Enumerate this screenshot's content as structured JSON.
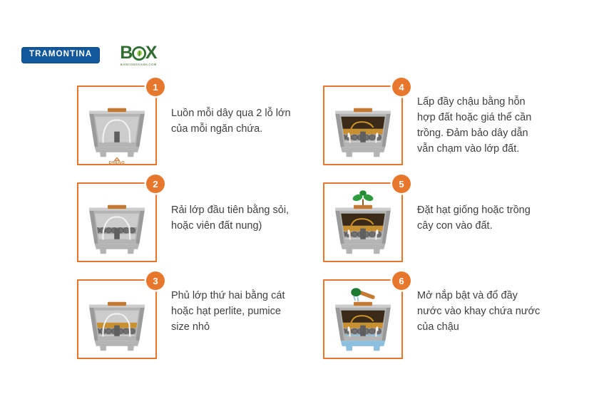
{
  "brand": {
    "tramontina_label": "TRAMONTINA",
    "bgx_b": "B",
    "bgx_g": "G",
    "bgx_x": "X",
    "bgx_tagline": "BANCONGXANH.COM",
    "tramontina_color": "#14589c",
    "bgx_color": "#2f6d30",
    "accent_color": "#e8772e"
  },
  "illustration": {
    "drain_label": "DRENO"
  },
  "steps": [
    {
      "number": "1",
      "text": "Luồn mỗi dây qua 2 lỗ lớn\ncủa mỗi ngăn chứa.",
      "layers": {
        "gravel": false,
        "sand": false,
        "soil": false,
        "water": false,
        "plant": "none"
      }
    },
    {
      "number": "2",
      "text": "Rải lớp đầu tiên bằng sỏi,\nhoặc viên đất nung)",
      "layers": {
        "gravel": true,
        "sand": false,
        "soil": false,
        "water": false,
        "plant": "none"
      }
    },
    {
      "number": "3",
      "text": "Phủ lớp thứ hai bằng cát\nhoặc hạt perlite, pumice\nsize nhỏ",
      "layers": {
        "gravel": true,
        "sand": true,
        "soil": false,
        "water": false,
        "plant": "none"
      }
    },
    {
      "number": "4",
      "text": "Lấp đầy chậu bằng hỗn\nhợp đất hoặc giá thể cần\ntrồng. Đảm bảo dây dẫn\nvẫn chạm vào lớp đất.",
      "layers": {
        "gravel": true,
        "sand": true,
        "soil": true,
        "water": false,
        "plant": "none"
      }
    },
    {
      "number": "5",
      "text": "Đặt hạt giống hoặc trồng\ncây con vào đất.",
      "layers": {
        "gravel": true,
        "sand": true,
        "soil": true,
        "water": false,
        "plant": "seedling"
      }
    },
    {
      "number": "6",
      "text": "Mở nắp bật và đổ đầy\nnước vào khay chứa nước\ncủa chậu",
      "layers": {
        "gravel": true,
        "sand": true,
        "soil": true,
        "water": true,
        "plant": "watering-can"
      }
    }
  ],
  "colors": {
    "pot_body": "#b4b4b4",
    "pot_light": "#cccccc",
    "pot_dark": "#9a9a9a",
    "lid": "#c47a33",
    "soil": "#3a2a17",
    "sand": "#c8902f",
    "gravel": "#6f6f6f",
    "water": "#8cc0de",
    "leaf": "#2f9b3f",
    "wick": "#f2f2f2"
  }
}
